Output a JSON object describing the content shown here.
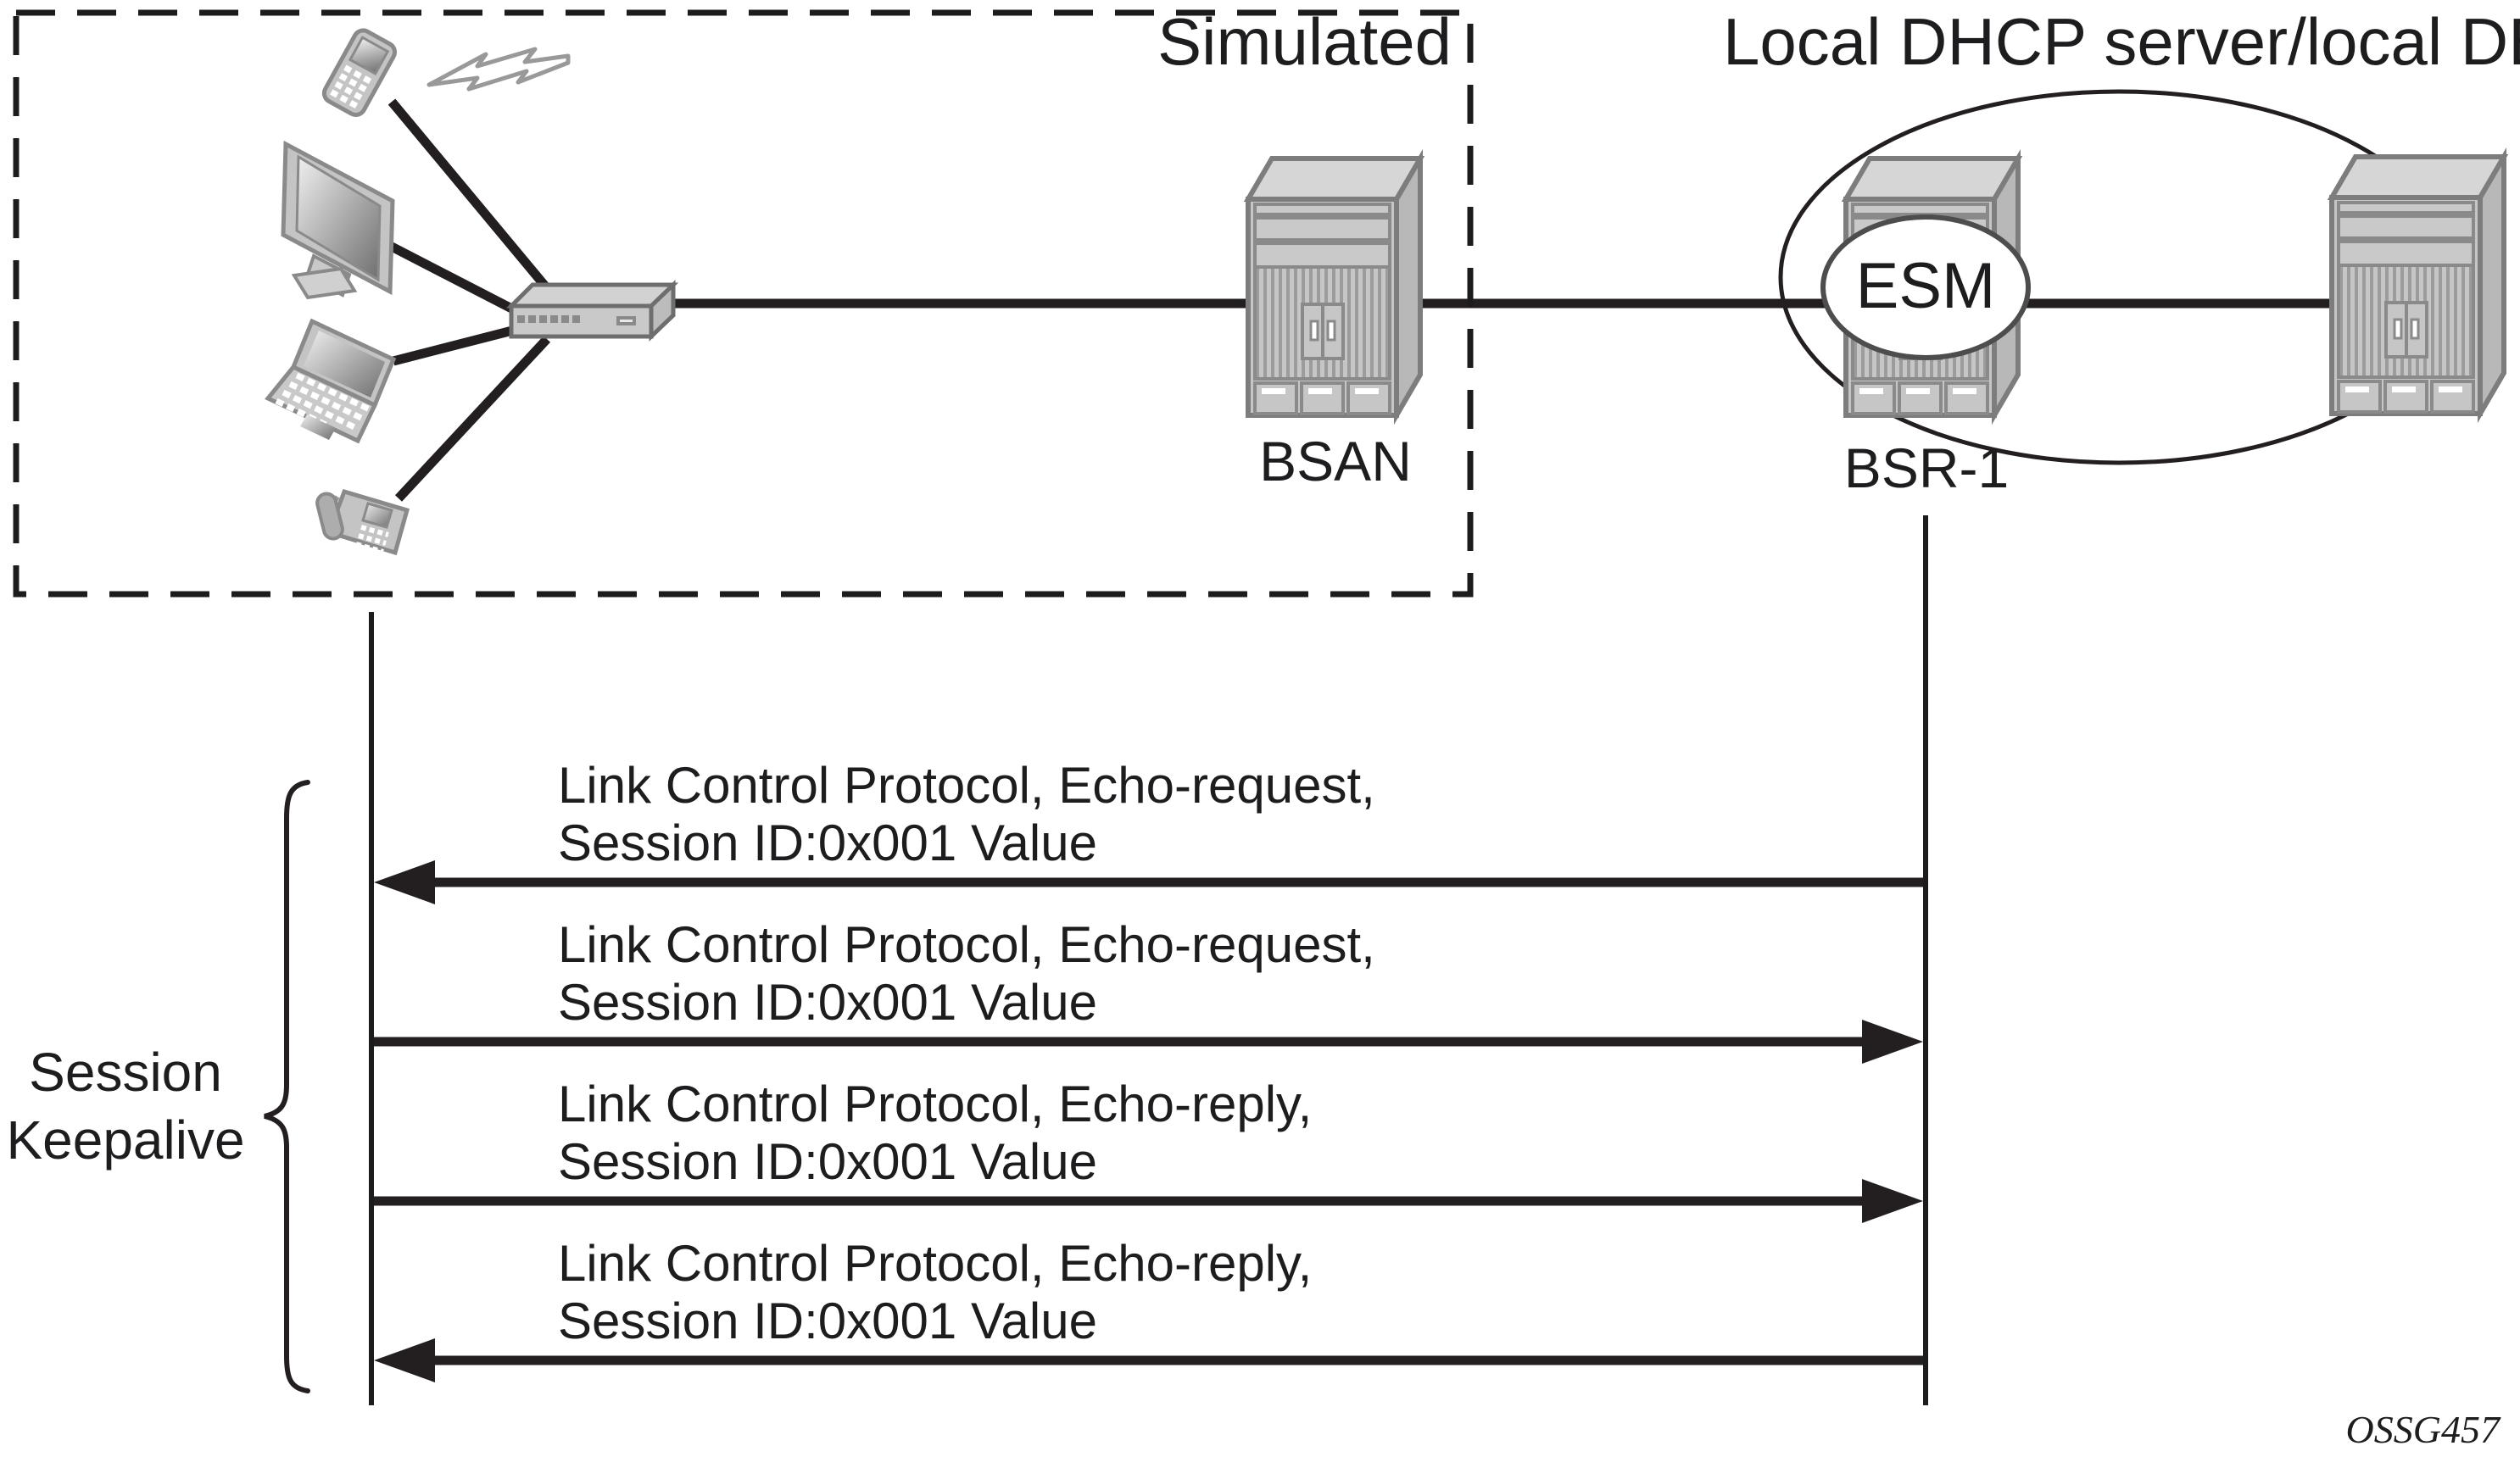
{
  "title_labels": {
    "simulated": "Simulated",
    "local_dhcp": "Local DHCP server/local DB"
  },
  "nodes": {
    "bsan_label": "BSAN",
    "bsr1_label": "BSR-1",
    "esm_label": "ESM"
  },
  "sequence": {
    "brace_label_line1": "Session",
    "brace_label_line2": "Keepalive",
    "messages": [
      {
        "line1": "Link Control Protocol, Echo-request,",
        "line2": "Session ID:0x001 Value",
        "direction": "left"
      },
      {
        "line1": "Link Control Protocol, Echo-request,",
        "line2": "Session ID:0x001 Value",
        "direction": "right"
      },
      {
        "line1": "Link Control Protocol, Echo-reply,",
        "line2": "Session ID:0x001 Value",
        "direction": "right"
      },
      {
        "line1": "Link Control Protocol, Echo-reply,",
        "line2": "Session ID:0x001 Value",
        "direction": "left"
      }
    ]
  },
  "footer": {
    "figure_id": "OSSG457"
  },
  "icons": {
    "mobile_phone": "mobile-phone-icon",
    "wireless_bolt": "lightning-icon",
    "monitor": "monitor-icon",
    "laptop": "laptop-icon",
    "desk_phone": "desk-phone-icon",
    "switch": "switch-icon",
    "bsan_tower": "bsan-tower-icon",
    "bsr1_tower": "bsr1-tower-icon",
    "db_server_tower": "db-server-tower-icon"
  },
  "colors": {
    "line": "#231f20",
    "device_fill": "#c6c6c6",
    "device_fill_light": "#d6d6d6",
    "device_fill_dark": "#b8b8b8",
    "device_outline": "#7d7d7d",
    "detail_outline": "#8a8a8a",
    "background": "#ffffff"
  }
}
